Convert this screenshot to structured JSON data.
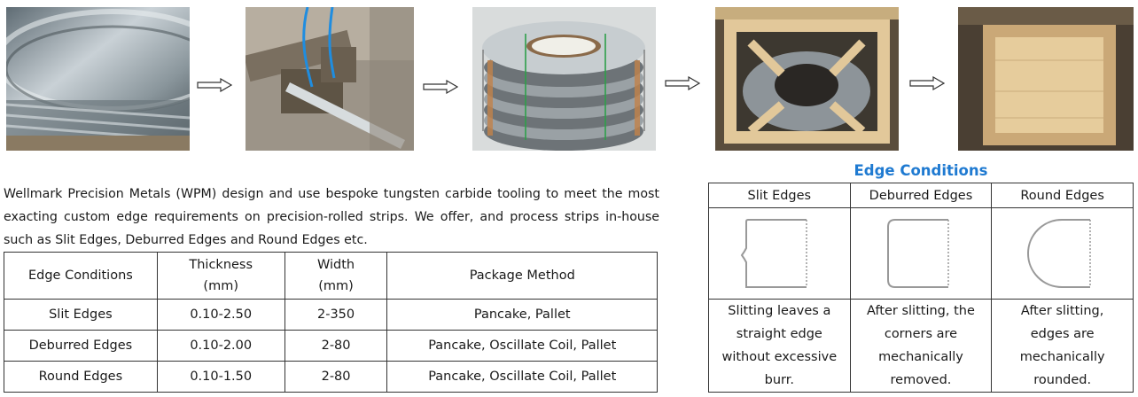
{
  "process_photos": [
    {
      "name": "steel-coil-photo"
    },
    {
      "name": "slitting-tooling-photo"
    },
    {
      "name": "pancake-coils-photo"
    },
    {
      "name": "wooden-crate-open-photo"
    },
    {
      "name": "wooden-crate-closed-photo"
    }
  ],
  "intro_text": "Wellmark Precision Metals (WPM) design and use bespoke tungsten carbide tooling to meet the most exacting custom edge requirements on precision-rolled strips. We offer, and process strips in-house such as Slit Edges, Deburred Edges and Round Edges etc.",
  "spec_table": {
    "headers": {
      "edge": "Edge Conditions",
      "thickness_1": "Thickness",
      "thickness_2": "(mm)",
      "width_1": "Width",
      "width_2": "(mm)",
      "package": "Package Method"
    },
    "rows": [
      {
        "edge": "Slit Edges",
        "thickness": "0.10-2.50",
        "width": "2-350",
        "package": "Pancake, Pallet"
      },
      {
        "edge": "Deburred Edges",
        "thickness": "0.10-2.00",
        "width": "2-80",
        "package": "Pancake, Oscillate Coil, Pallet"
      },
      {
        "edge": "Round Edges",
        "thickness": "0.10-1.50",
        "width": "2-80",
        "package": "Pancake, Oscillate Coil, Pallet"
      }
    ]
  },
  "edge_conditions": {
    "title": "Edge Conditions",
    "title_color": "#1f7ad1",
    "columns": [
      {
        "label": "Slit Edges",
        "desc_1": "Slitting leaves a",
        "desc_2": "straight edge",
        "desc_3": "without excessive",
        "desc_4": "burr."
      },
      {
        "label": "Deburred Edges",
        "desc_1": "After slitting, the",
        "desc_2": "corners are",
        "desc_3": "mechanically",
        "desc_4": "removed."
      },
      {
        "label": "Round Edges",
        "desc_1": "After slitting,",
        "desc_2": "edges are",
        "desc_3": "mechanically",
        "desc_4": "rounded."
      }
    ]
  }
}
